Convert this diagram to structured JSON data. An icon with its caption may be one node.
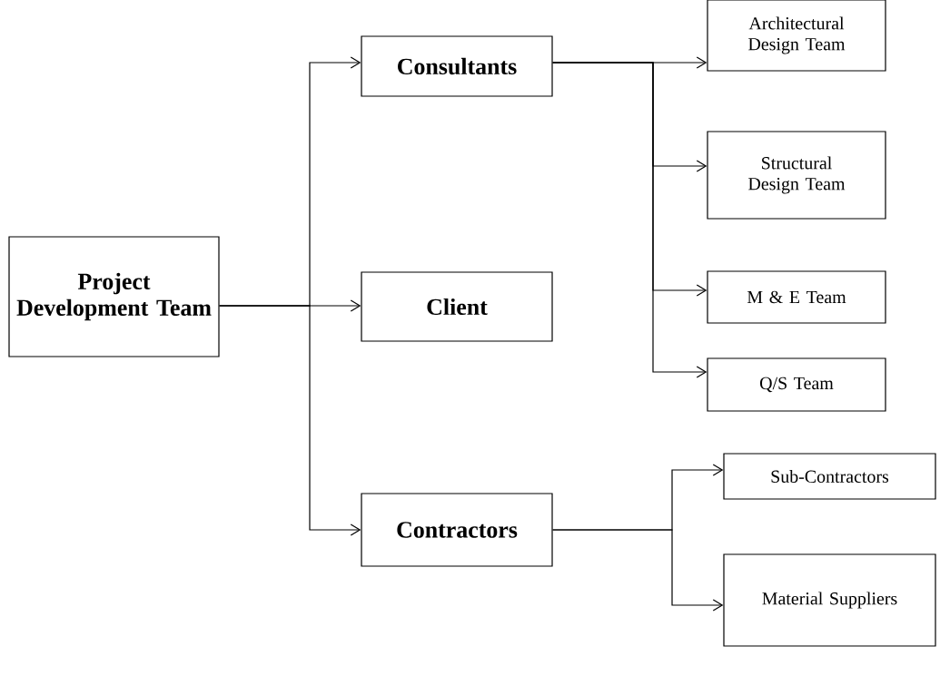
{
  "diagram": {
    "nodes": [
      {
        "text": [
          "Project Development Team"
        ]
      },
      {
        "text": [
          "Consultants"
        ]
      },
      {
        "text": [
          "Client"
        ]
      },
      {
        "text": [
          "Contractors"
        ]
      },
      {
        "text": [
          "Architectural Design Team"
        ]
      },
      {
        "text": [
          "Structural Design Team"
        ]
      },
      {
        "text": [
          "M & E Team"
        ]
      },
      {
        "text": [
          "Q/S Team"
        ]
      },
      {
        "text": [
          "Sub-Contractors"
        ]
      },
      {
        "text": [
          "Material Suppliers"
        ]
      }
    ],
    "edges": [
      {
        "from": 0,
        "to": 1,
        "arrow": "to"
      },
      {
        "from": 0,
        "to": 2,
        "arrow": "to"
      },
      {
        "from": 0,
        "to": 3,
        "arrow": "to"
      },
      {
        "from": 1,
        "to": 4,
        "arrow": "to"
      },
      {
        "from": 1,
        "to": 5,
        "arrow": "to"
      },
      {
        "from": 1,
        "to": 6,
        "arrow": "to"
      },
      {
        "from": 1,
        "to": 7,
        "arrow": "to"
      },
      {
        "from": 3,
        "to": 8,
        "arrow": "to"
      },
      {
        "from": 3,
        "to": 9,
        "arrow": "to"
      }
    ]
  }
}
